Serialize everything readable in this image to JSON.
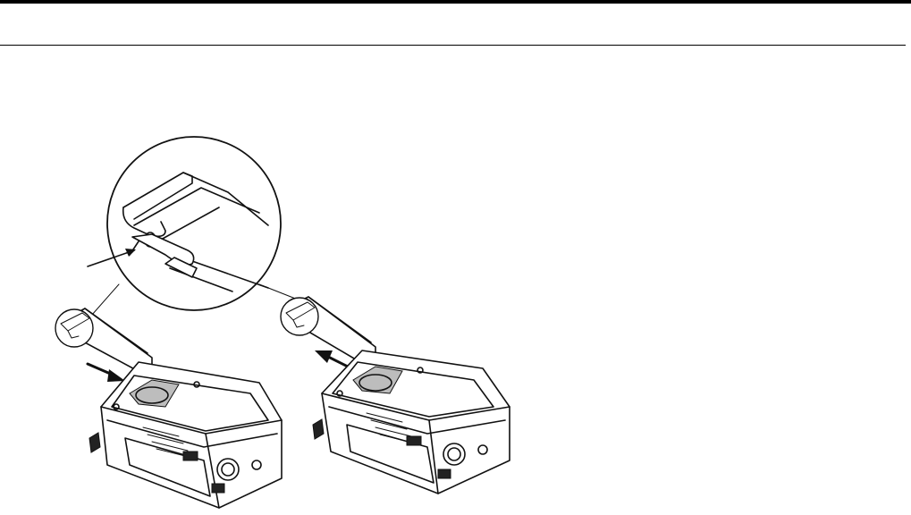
{
  "page": {
    "figure": {
      "callout_arrow": "callout-arrow",
      "units": [
        "left-unit",
        "right-unit"
      ]
    }
  }
}
